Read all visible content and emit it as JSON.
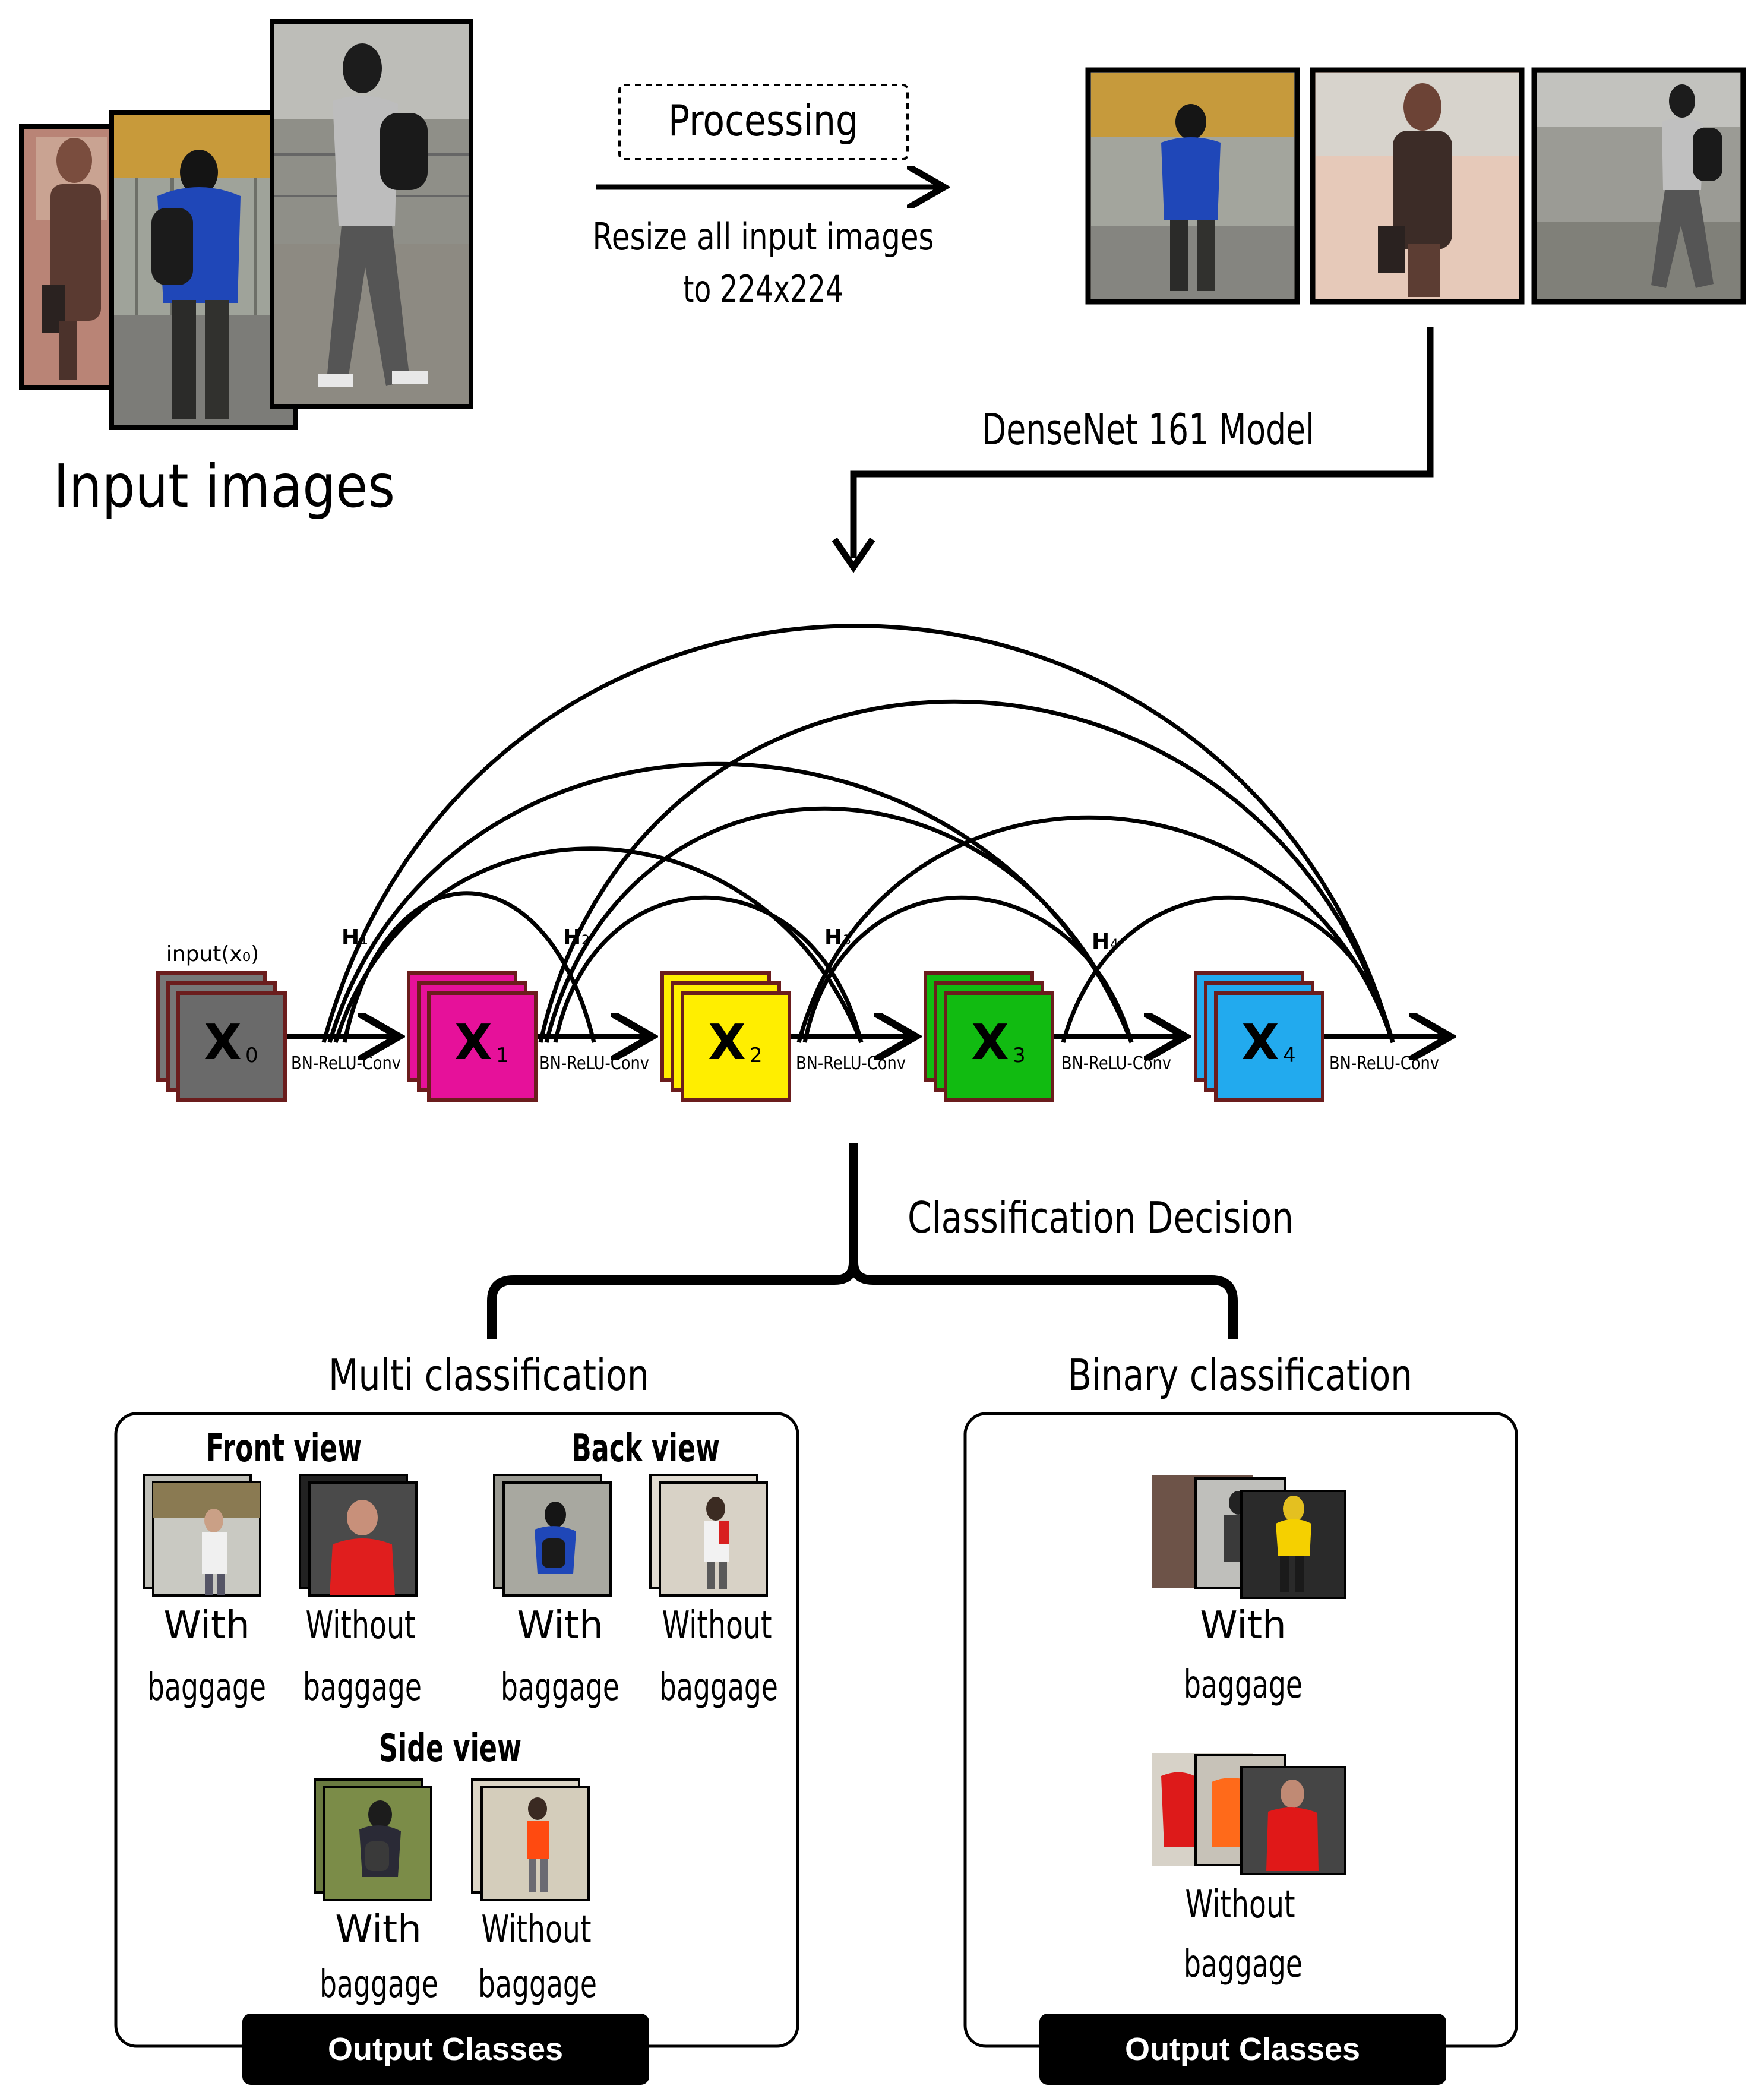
{
  "input": {
    "label": "Input images"
  },
  "processing": {
    "box_label": "Processing",
    "caption_line1": "Resize all input images",
    "caption_line2": "to 224x224"
  },
  "model": {
    "label": "DenseNet 161 Model"
  },
  "dense_block": {
    "input_label": "input(x₀)",
    "layers": [
      {
        "name": "X",
        "sub": "0",
        "color": "#666666"
      },
      {
        "name": "X",
        "sub": "1",
        "color": "#e6119a"
      },
      {
        "name": "X",
        "sub": "2",
        "color": "#ffee00"
      },
      {
        "name": "X",
        "sub": "3",
        "color": "#11bb11"
      },
      {
        "name": "X",
        "sub": "4",
        "color": "#22aaee"
      }
    ],
    "edge_label": "BN-ReLU-Conv",
    "transitions": [
      {
        "name": "H",
        "sub": "1"
      },
      {
        "name": "H",
        "sub": "2"
      },
      {
        "name": "H",
        "sub": "3"
      },
      {
        "name": "H",
        "sub": "4"
      }
    ]
  },
  "decision": {
    "label": "Classification Decision"
  },
  "multi": {
    "title": "Multi classification",
    "front_view": "Front view",
    "back_view": "Back view",
    "side_view": "Side view",
    "classes": [
      {
        "line1": "With",
        "line2": "baggage"
      },
      {
        "line1": "Without",
        "line2": "baggage"
      },
      {
        "line1": "With",
        "line2": "baggage"
      },
      {
        "line1": "Without",
        "line2": "baggage"
      },
      {
        "line1": "With",
        "line2": "baggage"
      },
      {
        "line1": "Without",
        "line2": "baggage"
      }
    ],
    "footer": "Output Classes"
  },
  "binary": {
    "title": "Binary classification",
    "classes": [
      {
        "line1": "With",
        "line2": "baggage"
      },
      {
        "line1": "Without",
        "line2": "baggage"
      }
    ],
    "footer": "Output Classes"
  }
}
